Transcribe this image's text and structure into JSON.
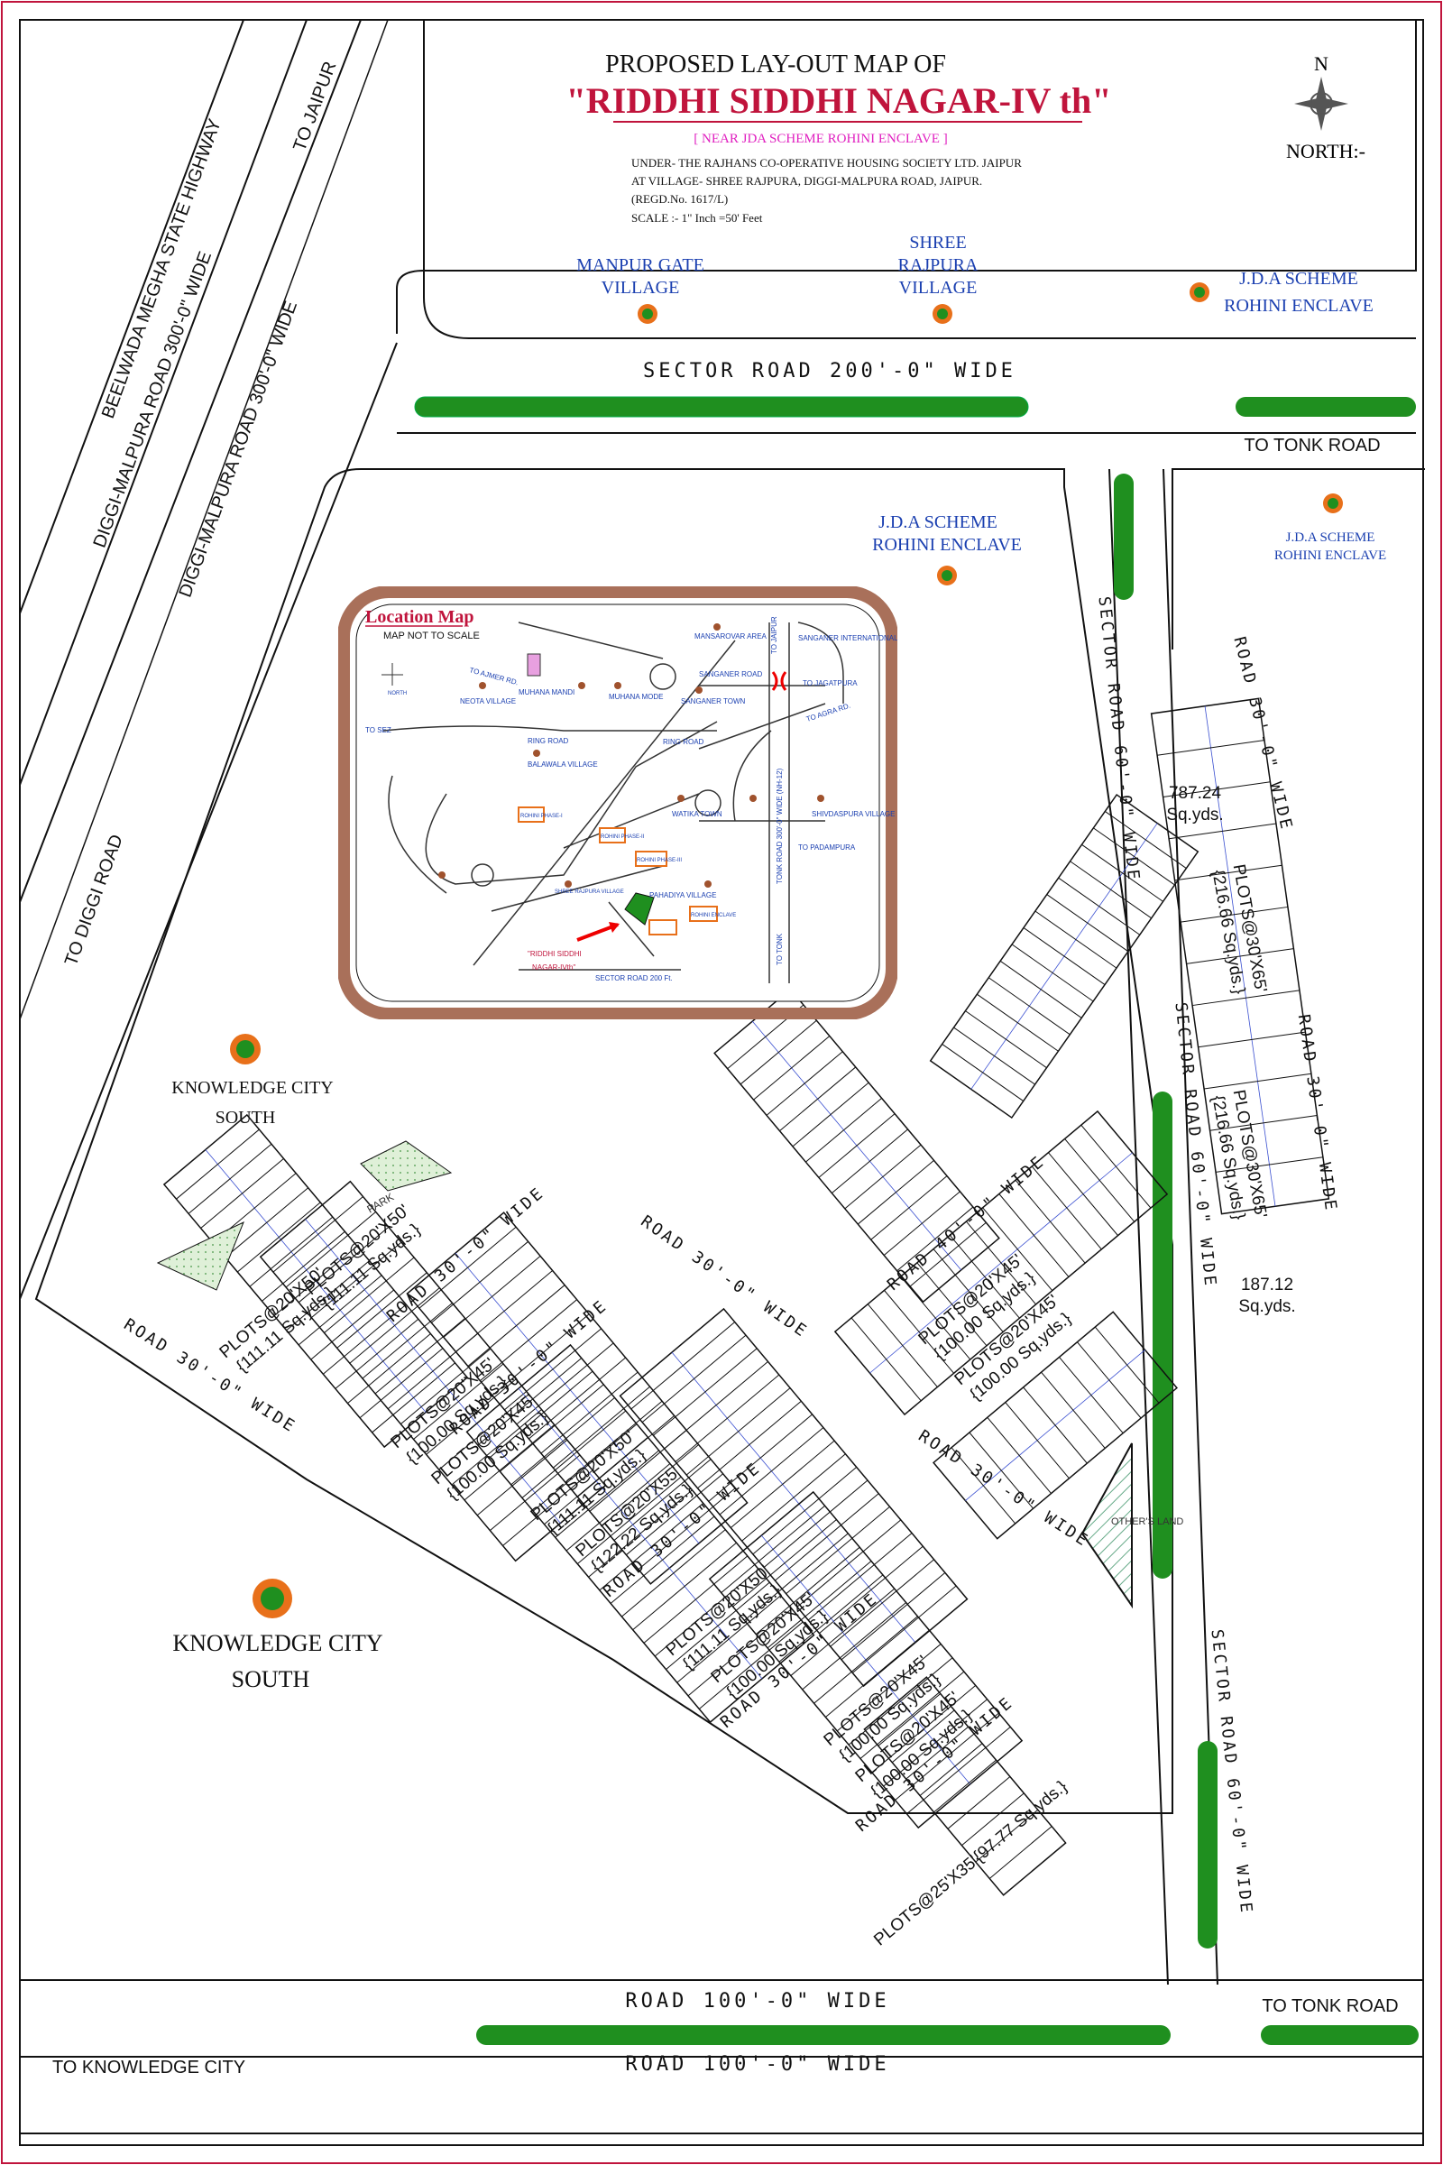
{
  "header": {
    "title_line1": "PROPOSED LAY-OUT MAP OF",
    "title_line2": "\"RIDDHI SIDDHI NAGAR-IV th\"",
    "subtitle": "[ NEAR JDA SCHEME ROHINI ENCLAVE ]",
    "info": [
      "UNDER- THE RAJHANS CO-OPERATIVE HOUSING SOCIETY LTD. JAIPUR",
      "AT VILLAGE- SHREE RAJPURA, DIGGI-MALPURA ROAD, JAIPUR.",
      "(REGD.No. 1617/L)",
      "SCALE :- 1\" Inch =50' Feet"
    ],
    "north_letter": "N",
    "north_label": "NORTH:-"
  },
  "villages": {
    "manpur": [
      "MANPUR GATE",
      "VILLAGE"
    ],
    "shree": [
      "SHREE",
      "RAJPURA",
      "VILLAGE"
    ],
    "jda_top": [
      "J.D.A SCHEME",
      "ROHINI ENCLAVE"
    ],
    "jda_mid": [
      "J.D.A SCHEME",
      "ROHINI ENCLAVE"
    ],
    "jda_right": [
      "J.D.A SCHEME",
      "ROHINI ENCLAVE"
    ]
  },
  "roads": {
    "sector_top": "SECTOR ROAD 200'-0\" WIDE",
    "highway": "BEELWADA MEGHA STATE HIGHWAY",
    "diggi1": "DIGGI-MALPURA ROAD 300'-0\" WIDE",
    "diggi2": "DIGGI-MALPURA ROAD 300'-0\" WIDE",
    "to_jaipur": "TO JAIPUR",
    "to_diggi": "TO DIGGI ROAD",
    "to_tonk_top": "TO TONK ROAD",
    "sector60_a": "SECTOR ROAD 60'-0\" WIDE",
    "sector60_b": "SECTOR ROAD 60'-0\" WIDE",
    "sector60_c": "SECTOR ROAD 60'-0\" WIDE",
    "road30_right_a": "ROAD 30'-0\" WIDE",
    "road30_right_b": "ROAD 30'-0\" WIDE",
    "road100_a": "ROAD 100'-0\" WIDE",
    "road100_b": "ROAD 100'-0\" WIDE",
    "to_tonk_bottom": "TO TONK ROAD",
    "to_knowledge": "TO KNOWLEDGE CITY",
    "road30_left": "ROAD 30'-0\" WIDE",
    "road30_a": "ROAD 30'-0\" WIDE",
    "road30_b": "ROAD 30'-0\" WIDE",
    "road30_c": "ROAD 30'-0\" WIDE",
    "road30_d": "ROAD 30'-0\" WIDE",
    "road30_e": "ROAD 30'-0\" WIDE",
    "road30_f": "ROAD 30'-0\" WIDE",
    "road30_g": "ROAD 30'-0\" WIDE",
    "road40": "ROAD 40'-0\" WIDE"
  },
  "places": {
    "knowledge_small": [
      "KNOWLEDGE CITY",
      "SOUTH"
    ],
    "knowledge_large": [
      "KNOWLEDGE CITY",
      "SOUTH"
    ],
    "others_land": "OTHER'S LAND",
    "park": "PARK"
  },
  "plot_labels": {
    "p1": [
      "PLOTS@30'X65'",
      "{216.66 Sq.yds.}"
    ],
    "p2": [
      "PLOTS@30'X65'",
      "{216.66 Sq.yds.}"
    ],
    "p3": [
      "PLOTS@20'X50'",
      "{111.11 Sq.yds.}"
    ],
    "p4": [
      "PLOTS@20'X50'",
      "{111.11 Sq.yds.}"
    ],
    "p5": [
      "PLOTS@20'X45'",
      "{100.00 Sq.yds.}"
    ],
    "p6": [
      "PLOTS@20'X45'",
      "{100.00 Sq.yds.}"
    ],
    "p7": [
      "PLOTS@20'X50'",
      "{111.11 Sq.yds.}"
    ],
    "p8": [
      "PLOTS@20'X55'",
      "{122.22 Sq.yds.}"
    ],
    "p9": [
      "PLOTS@20'X50'",
      "{111.11 Sq.yds.}"
    ],
    "p10": [
      "PLOTS@20'X45'",
      "{100.00 Sq.yds.}"
    ],
    "p11": [
      "PLOTS@20'X45'",
      "{100.00 Sq.yds.}"
    ],
    "p12": [
      "PLOTS@20'X45'",
      "{100.00 Sq.yds.}"
    ],
    "p13": [
      "PLOTS@20'X45'",
      "{100.00 Sq.yds.}"
    ],
    "p14": [
      "PLOTS@20'X45'",
      "{100.00 Sq.yds.}"
    ],
    "p15": "PLOTS@25'X35'{97.77 Sq.yds.}",
    "corner_787": [
      "787.24",
      "Sq.yds."
    ],
    "corner_187": [
      "187.12",
      "Sq.yds."
    ]
  },
  "location_map": {
    "title": "Location Map",
    "note": "MAP NOT TO SCALE",
    "labels": {
      "mansarovar": "MANSAROVAR AREA",
      "sanganer_airport": "SANGANER INTERNATIONAL AIRPORT",
      "to_jaipur": "TO JAIPUR",
      "to_jagatpura": "TO JAGATPURA",
      "to_agra": "TO AGRA RD.",
      "to_ajmer": "TO AJMER RD.",
      "to_sez": "TO SEZ",
      "neota": "NEOTA VILLAGE",
      "muhana_mandi": "MUHANA MANDI",
      "muhana_mode": "MUHANA MODE",
      "sanganer_town": "SANGANER TOWN",
      "sanganer_road": "SANGANER ROAD",
      "ring_road1": "RING ROAD",
      "ring_road2": "RING ROAD",
      "balawala": "BALAWALA VILLAGE",
      "watika": "WATIKA TOWN",
      "shivdaspura": "SHIVDASPURA VILLAGE",
      "rohini1": "ROHINI PHASE-I",
      "rohini2": "ROHINI PHASE-II",
      "rohini3": "ROHINI PHASE-III",
      "pahadiya": "PAHADIYA VILLAGE",
      "rohini_enclave": "ROHINI ENCLAVE",
      "shree_rajpura": "SHREE RAJPURA VILLAGE",
      "tonk_road": "TONK ROAD 300'-0\" WIDE (NH-12)",
      "to_tonk": "TO TONK",
      "to_padampura": "TO PADAMPURA",
      "sector_road": "SECTOR ROAD 200 Ft.",
      "riddhi1": "\"RIDDHI SIDDHI",
      "riddhi2": "NAGAR-IVth\"",
      "north": "NORTH"
    }
  },
  "colors": {
    "green_strip": "#1f8f1f",
    "marker_outer": "#e8701a",
    "marker_inner": "#1f8f1f",
    "frame_brown": "#a9705a",
    "title_red": "#c0143c",
    "text_blue": "#1a3fb0"
  }
}
